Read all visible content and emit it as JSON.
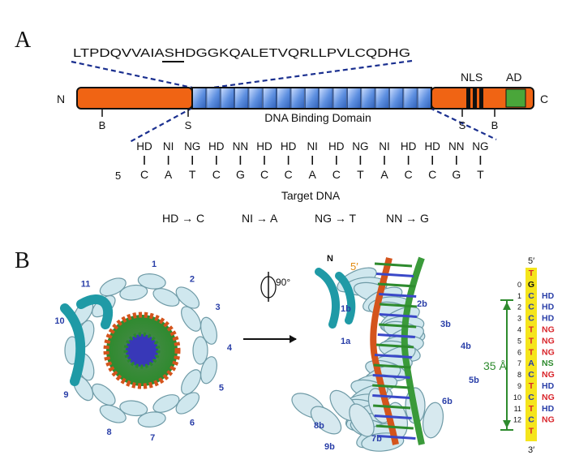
{
  "panel_a": {
    "label": "A",
    "peptide": "LTPDQVVAIASHDGGKQALETVQRLLPVLCQDHG",
    "end_n": "N",
    "end_c": "C",
    "domain_label": "DNA Binding Domain",
    "nls_label": "NLS",
    "ad_label": "AD",
    "sites": [
      "B",
      "S",
      "S",
      "B"
    ],
    "rvds": [
      "HD",
      "NI",
      "NG",
      "HD",
      "NN",
      "HD",
      "HD",
      "NI",
      "HD",
      "NG",
      "NI",
      "HD",
      "HD",
      "NN",
      "NG"
    ],
    "five_prime": "5",
    "bases": [
      "C",
      "A",
      "T",
      "C",
      "G",
      "C",
      "C",
      "A",
      "C",
      "T",
      "A",
      "C",
      "C",
      "G",
      "T"
    ],
    "target_label": "Target DNA",
    "code": [
      "HD → C",
      "NI → A",
      "NG → T",
      "NN → G"
    ],
    "colors": {
      "orange": "#f06414",
      "blue": "#4f86d8",
      "green": "#4aa63a",
      "black": "#111111"
    }
  },
  "panel_b": {
    "label": "B",
    "rotation": "90°",
    "left_repeats": [
      "1",
      "2",
      "3",
      "4",
      "5",
      "6",
      "7",
      "8",
      "9",
      "10",
      "11"
    ],
    "right_labels": [
      "N",
      "1b",
      "1a",
      "2b",
      "3b",
      "4b",
      "5b",
      "6b",
      "7b",
      "8b",
      "9b"
    ],
    "strand_5": "5′",
    "distance": "35 Å",
    "seq_top": "5′",
    "seq_bottom": "3′",
    "seq_numbers": [
      "0",
      "1",
      "2",
      "3",
      "4",
      "5",
      "6",
      "7",
      "8",
      "9",
      "10",
      "11",
      "12"
    ],
    "seq_bases": [
      "T",
      "G",
      "C",
      "C",
      "C",
      "T",
      "T",
      "T",
      "A",
      "C",
      "T",
      "C",
      "T",
      "C",
      "T"
    ],
    "seq_rvds": [
      "HD",
      "HD",
      "HD",
      "NG",
      "NG",
      "NG",
      "NS",
      "NG",
      "HD",
      "NG",
      "HD",
      "NG"
    ]
  }
}
